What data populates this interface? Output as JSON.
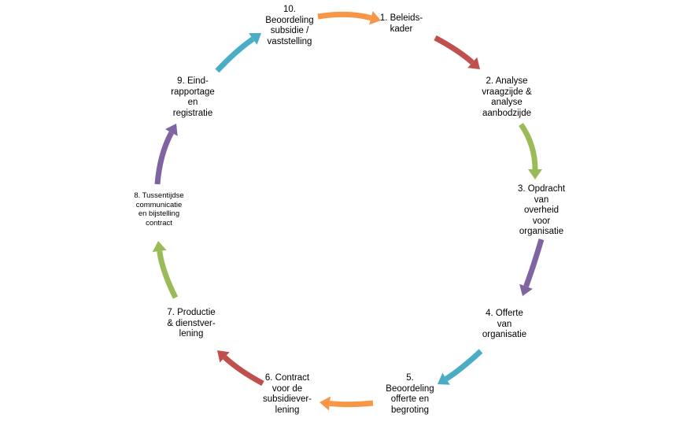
{
  "cycle": {
    "steps": [
      {
        "label": "1. Beleids-\nkader"
      },
      {
        "label": "2. Analyse\nvraagzijde &\nanalyse\naanbodzijde"
      },
      {
        "label": "3. Opdracht\nvan\noverheid\nvoor\norganisatie"
      },
      {
        "label": "4. Offerte\nvan\norganisatie"
      },
      {
        "label": "5.\nBeoordeling\nofferte en\nbegroting"
      },
      {
        "label": "6. Contract\nvoor de\nsubsidiever-\nlening"
      },
      {
        "label": "7. Productie\n& dienstver-\nlening"
      },
      {
        "label": "8. Tussentijdse\ncommunicatie\nen bijstelling\ncontract"
      },
      {
        "label": "9. Eind-\nrapportage\nen\nregistratie"
      },
      {
        "label": "10.\nBeoordeling\nsubsidie /\nvaststelling"
      }
    ],
    "arrows": [
      {
        "color": "#f79646"
      },
      {
        "color": "#c0504d"
      },
      {
        "color": "#9bbb59"
      },
      {
        "color": "#8064a2"
      },
      {
        "color": "#4bacc6"
      },
      {
        "color": "#f79646"
      },
      {
        "color": "#c0504d"
      },
      {
        "color": "#9bbb59"
      },
      {
        "color": "#8064a2"
      },
      {
        "color": "#4bacc6"
      }
    ]
  }
}
